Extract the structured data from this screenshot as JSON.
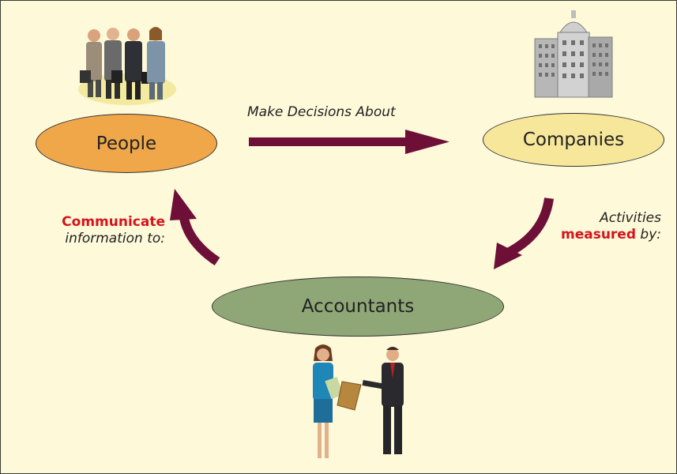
{
  "diagram": {
    "nodes": {
      "people": "People",
      "companies": "Companies",
      "accountants": "Accountants"
    },
    "edges": {
      "people_to_companies": "Make Decisions About",
      "companies_to_accountants": {
        "line1": "Activities",
        "line2_highlight": "measured",
        "line2_rest": " by:"
      },
      "accountants_to_people": {
        "line1_highlight": "Communicate",
        "line2": "information to:"
      }
    }
  },
  "colors": {
    "background": "#fdf9d9",
    "people": "#f0a74a",
    "companies": "#f7e79b",
    "accountants": "#8fa776",
    "arrow": "#6d0f36",
    "highlight": "#d4141c"
  },
  "icons": [
    "business-people-clipart",
    "city-buildings-clipart",
    "accountants-clipart"
  ]
}
